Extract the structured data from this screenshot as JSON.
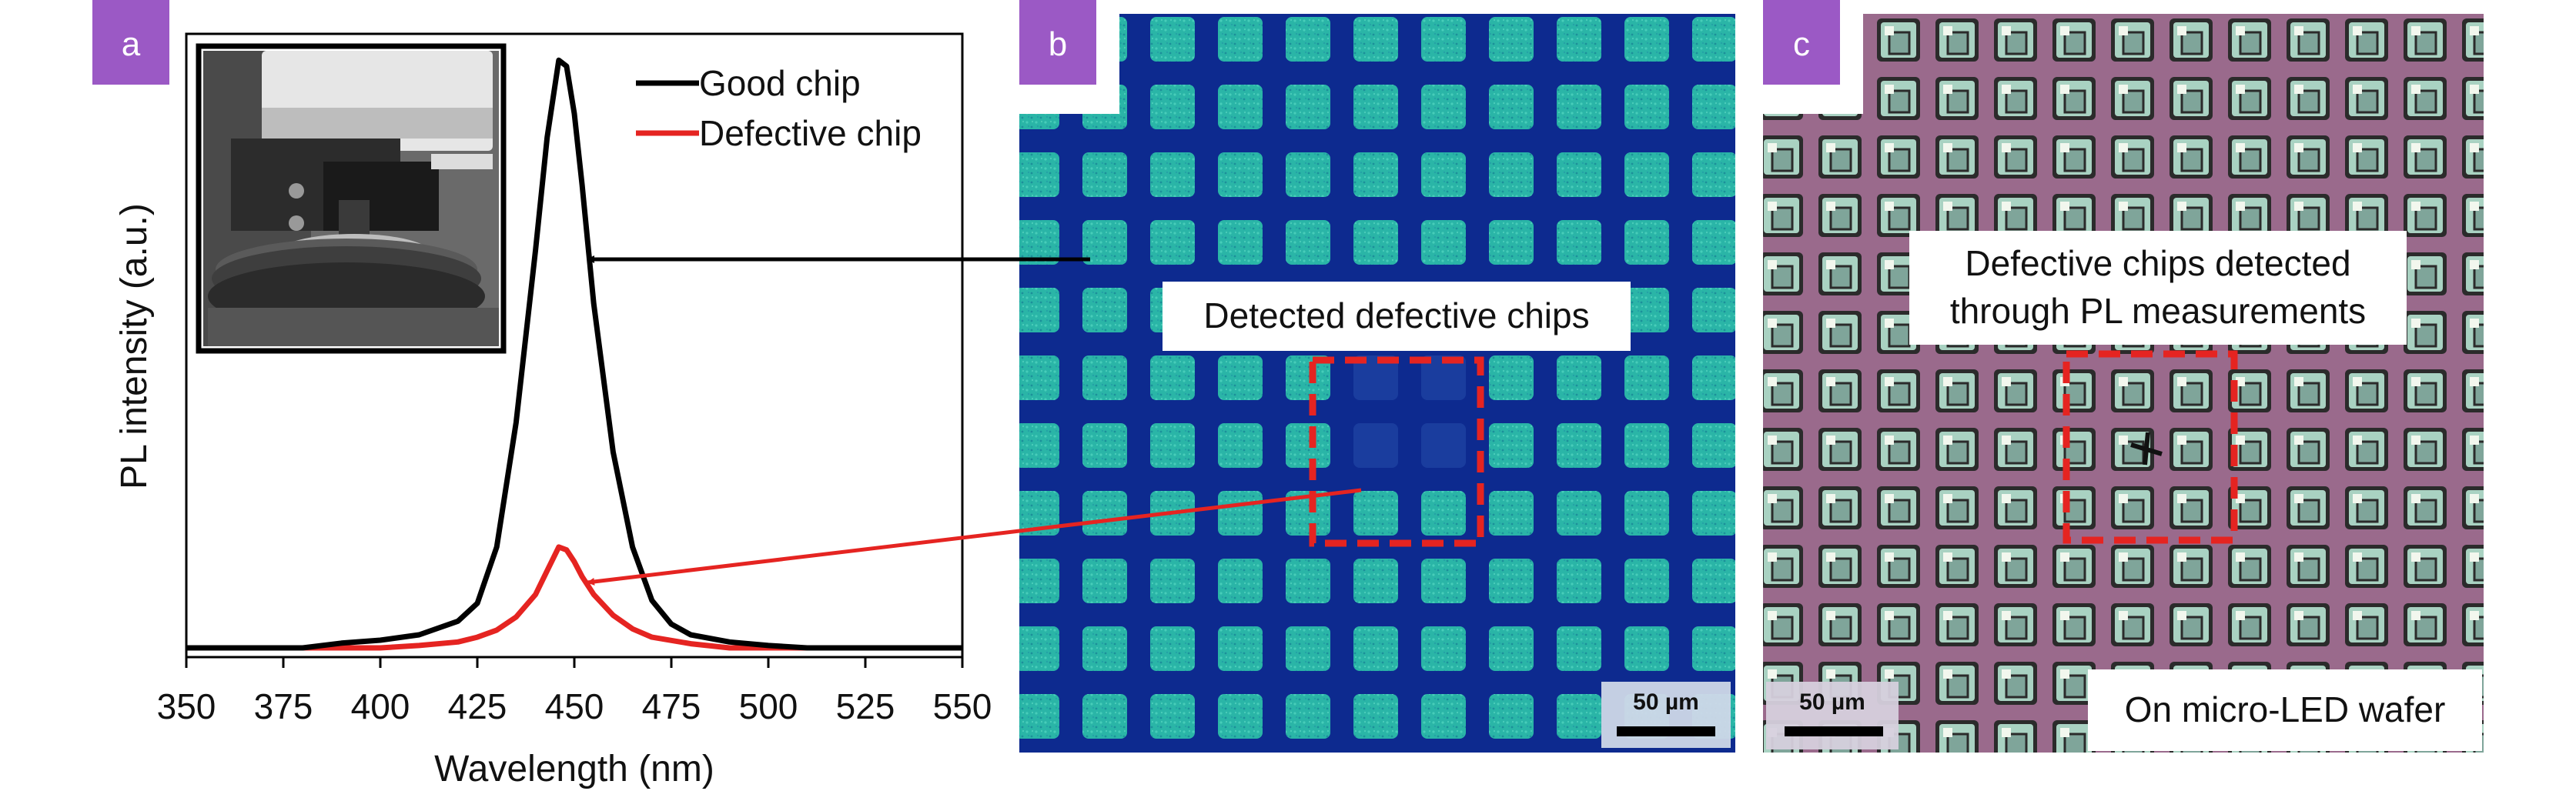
{
  "figure": {
    "panels": [
      {
        "letter": "a"
      },
      {
        "letter": "b"
      },
      {
        "letter": "c"
      }
    ],
    "panel_b": {
      "callout": "Detected defective chips",
      "scalebar": "50 µm"
    },
    "panel_c": {
      "callout_line1": "Defective chips detected",
      "callout_line2": "through PL measurements",
      "bottom_label": "On micro-LED wafer",
      "scalebar": "50 µm"
    },
    "colors": {
      "panel_badge": "#9b59c5",
      "good_chip": "#000000",
      "defective_chip": "#e52421",
      "pl_background": "#0d2a8f",
      "pl_chip": "#2ab5a7",
      "wafer_background": "#9a6a8c",
      "wafer_chip": "#a9d2c2",
      "defect_box": "#e52421"
    }
  },
  "chart_data": {
    "type": "line",
    "xlabel": "Wavelength (nm)",
    "ylabel": "PL intensity (a.u.)",
    "xlim": [
      350,
      550
    ],
    "ylim": [
      0,
      1.05
    ],
    "x_ticks": [
      "350",
      "375",
      "400",
      "425",
      "450",
      "475",
      "500",
      "525",
      "550"
    ],
    "grid": false,
    "legend_position": "top-right",
    "series": [
      {
        "name": "Good chip",
        "x": [
          350,
          380,
          390,
          400,
          410,
          420,
          425,
          430,
          435,
          440,
          443,
          446,
          448,
          450,
          452,
          455,
          460,
          465,
          470,
          475,
          480,
          490,
          500,
          510,
          550
        ],
        "y": [
          0.0,
          0.0,
          0.008,
          0.013,
          0.022,
          0.045,
          0.075,
          0.17,
          0.38,
          0.67,
          0.86,
          0.99,
          0.98,
          0.9,
          0.78,
          0.58,
          0.33,
          0.17,
          0.08,
          0.04,
          0.022,
          0.01,
          0.004,
          0.0,
          0.0
        ]
      },
      {
        "name": "Defective chip",
        "x": [
          350,
          400,
          410,
          420,
          425,
          430,
          435,
          440,
          443,
          446,
          448,
          450,
          452,
          455,
          460,
          465,
          470,
          480,
          490,
          550
        ],
        "y": [
          0.0,
          0.0,
          0.004,
          0.01,
          0.018,
          0.03,
          0.052,
          0.09,
          0.13,
          0.17,
          0.165,
          0.145,
          0.12,
          0.09,
          0.055,
          0.032,
          0.018,
          0.007,
          0.0,
          0.0
        ]
      }
    ]
  }
}
